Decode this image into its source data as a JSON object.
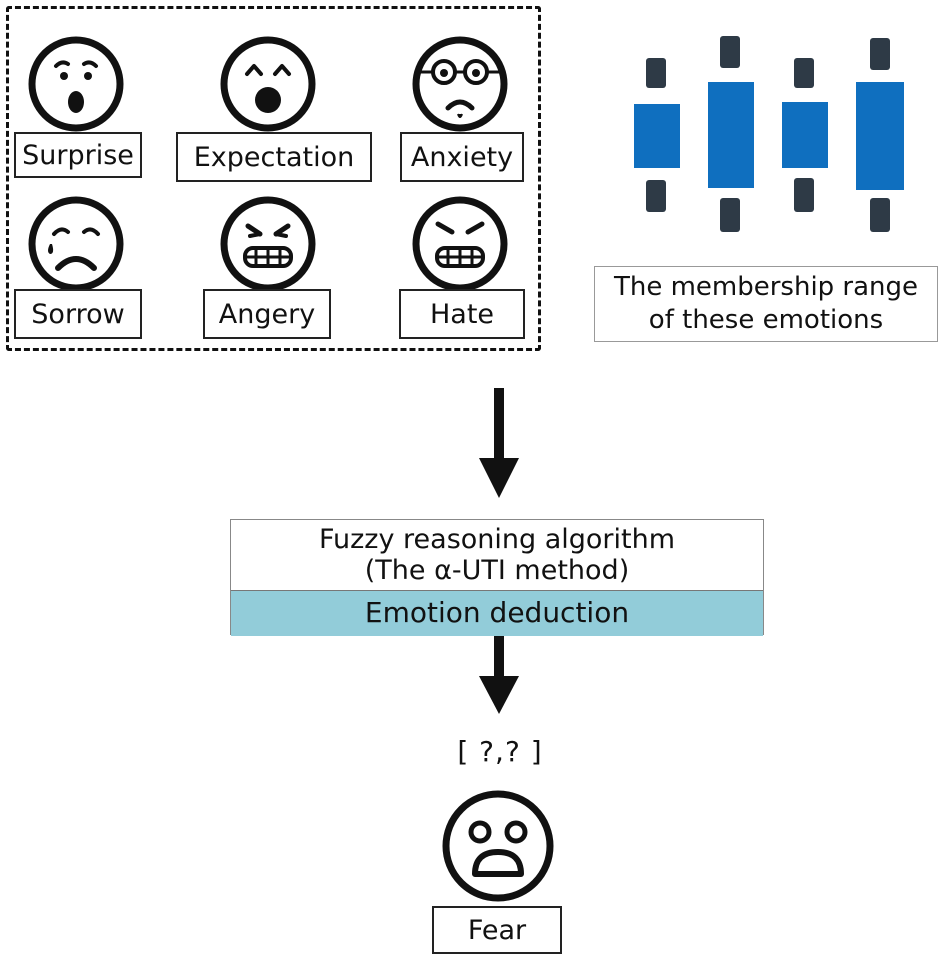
{
  "emotions": [
    {
      "label": "Surprise",
      "icon": "surprise-face-icon"
    },
    {
      "label": "Expectation",
      "icon": "expectation-face-icon"
    },
    {
      "label": "Anxiety",
      "icon": "anxiety-face-icon"
    },
    {
      "label": "Sorrow",
      "icon": "sorrow-face-icon"
    },
    {
      "label": "Angery",
      "icon": "angry-face-icon"
    },
    {
      "label": "Hate",
      "icon": "hate-face-icon"
    }
  ],
  "membership": {
    "line1": "The membership range",
    "line2": "of these emotions",
    "icon": "membership-range-bars-icon",
    "color": "#0f6fbf"
  },
  "algorithm": {
    "line1": "Fuzzy reasoning algorithm",
    "line2": "(The α-UTI method)",
    "deduction": "Emotion deduction",
    "deduction_color": "#92ccd9"
  },
  "result": {
    "interval": "[ ?,? ]",
    "label": "Fear",
    "icon": "fear-face-icon"
  }
}
